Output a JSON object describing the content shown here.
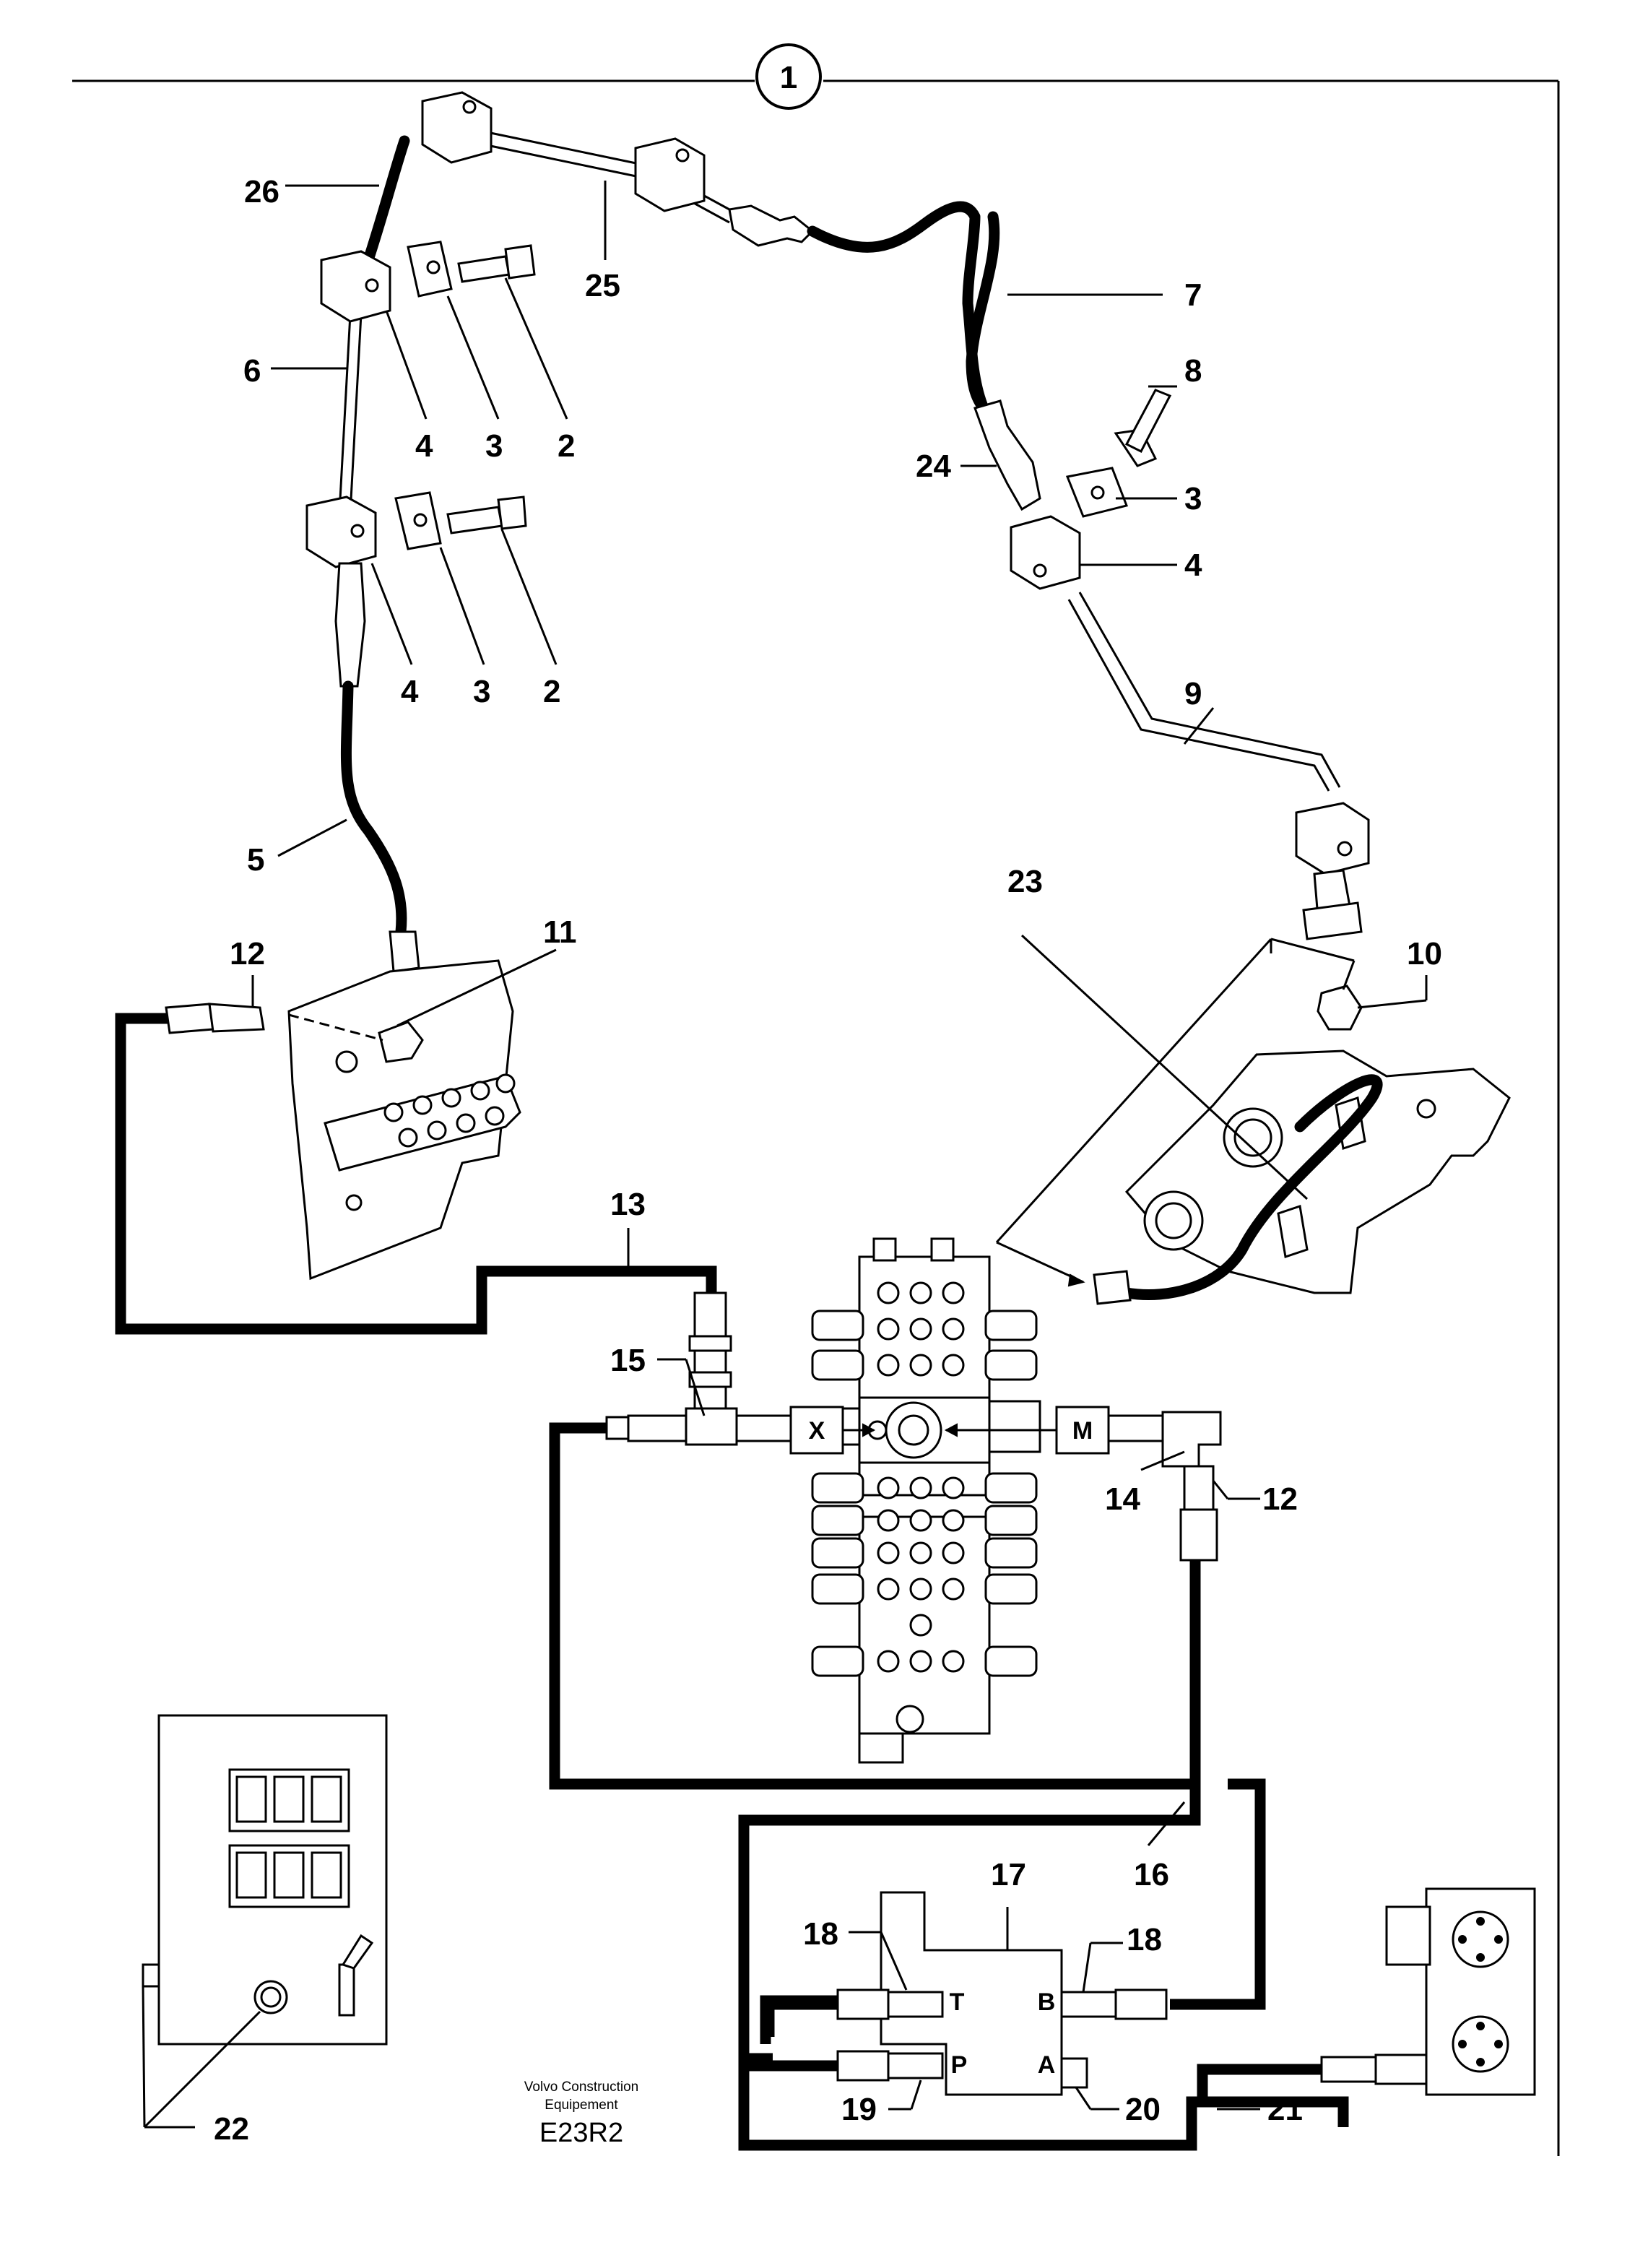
{
  "header": {
    "callout": "1"
  },
  "part_labels": {
    "p26": "26",
    "p25": "25",
    "p7": "7",
    "p6": "6",
    "p4a": "4",
    "p3a": "3",
    "p2a": "2",
    "p4b": "4",
    "p3b": "3",
    "p2b": "2",
    "p8": "8",
    "p24": "24",
    "p3c": "3",
    "p4c": "4",
    "p9": "9",
    "p5": "5",
    "p12a": "12",
    "p11": "11",
    "p23": "23",
    "p10": "10",
    "p13": "13",
    "p15": "15",
    "p14": "14",
    "p12b": "12",
    "p17": "17",
    "p16": "16",
    "p18a": "18",
    "p18b": "18",
    "p19": "19",
    "p20": "20",
    "p21": "21",
    "p22": "22"
  },
  "valve_block": {
    "port_x": "X",
    "port_m": "M"
  },
  "selector_valve": {
    "port_t": "T",
    "port_b": "B",
    "port_p": "P",
    "port_a": "A"
  },
  "footer": {
    "credit_line1": "Volvo Construction",
    "credit_line2": "Equipement",
    "drawing_code": "E23R2"
  }
}
